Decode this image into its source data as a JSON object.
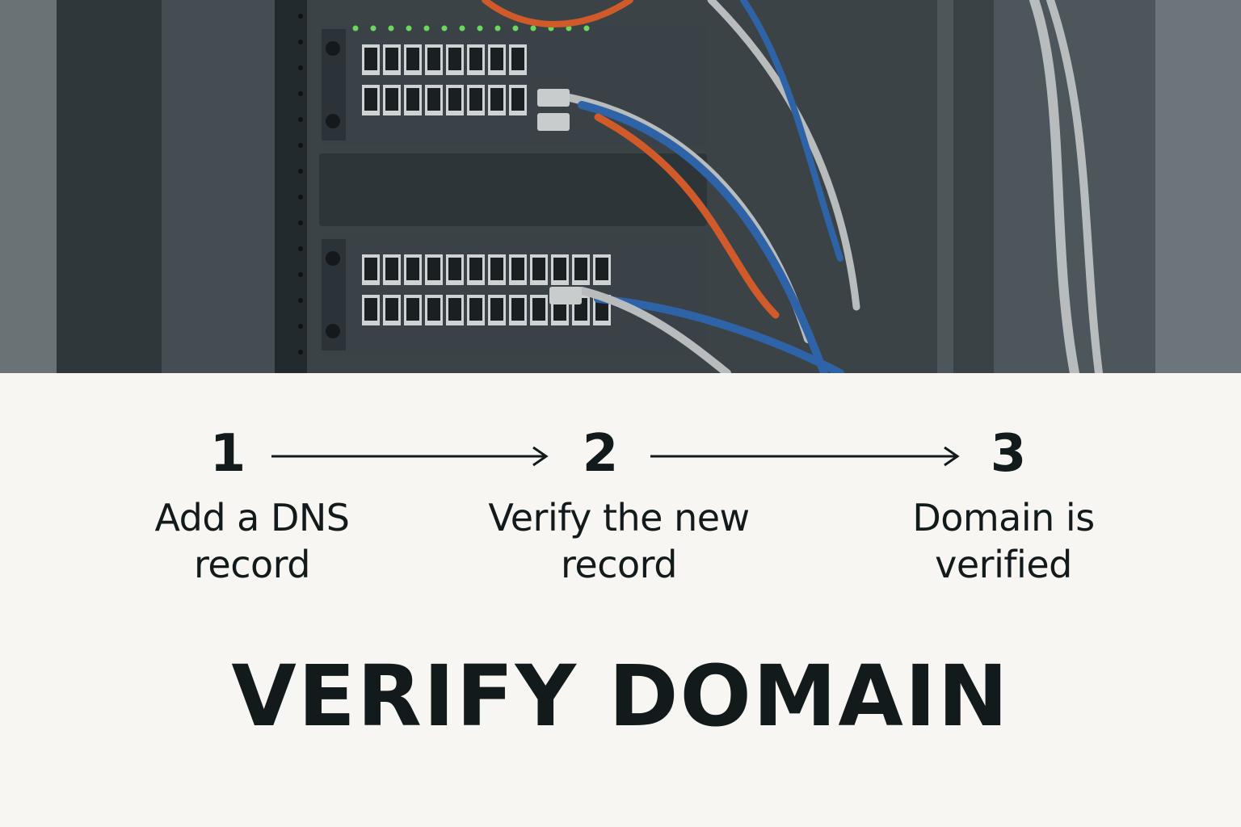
{
  "hero": {
    "image_icon": "network-switch-rack-photo",
    "colors": {
      "rack": "#2a3034",
      "switch": "#3a4247",
      "port": "#1a1f22",
      "led": "#6ad85a",
      "cable_blue": "#2f63a8",
      "cable_orange": "#d05a2a",
      "cable_gray": "#b9bcbd"
    }
  },
  "process": {
    "steps": [
      {
        "number": "1",
        "label": "Add a DNS\nrecord"
      },
      {
        "number": "2",
        "label": "Verify the new\nrecord"
      },
      {
        "number": "3",
        "label": "Domain is\nverified"
      }
    ],
    "arrow_icon": "arrow-right-icon",
    "arrow_color": "#121a1b"
  },
  "title": "VERIFY DOMAIN",
  "colors": {
    "background": "#f8f6f2",
    "text": "#121a1b"
  }
}
